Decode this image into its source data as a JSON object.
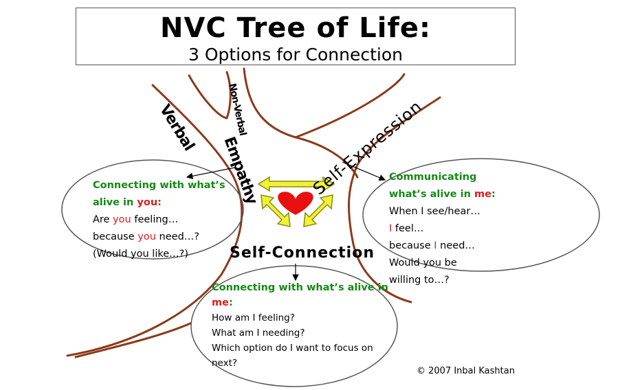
{
  "title": "NVC Tree of Life:",
  "subtitle": "3 Options for Connection",
  "branches": {
    "verbal": "Verbal",
    "non_verbal": "Non-Verbal",
    "empathy": "Empathy",
    "self_expression": "Self-Expression",
    "self_connection": "Self-Connection"
  },
  "left_bubble": {
    "heading_1": "Connecting with what’s",
    "heading_2a": "alive in ",
    "heading_2b": "you",
    "heading_2c": ":",
    "line1a": "Are ",
    "line1b": "you",
    "line1c": " feeling…",
    "line2a": "because ",
    "line2b": "you",
    "line2c": " need…?",
    "line3": "(Would you like…?)"
  },
  "right_bubble": {
    "heading_1": "Communicating",
    "heading_2a": "what’s alive in ",
    "heading_2b": "me",
    "heading_2c": ":",
    "line1": "When I see/hear…",
    "line2a": "I",
    "line2b": " feel…",
    "line3a": "because ",
    "line3b": "I",
    "line3c": " need…",
    "line4": "Would you be",
    "line5": "willing to…?"
  },
  "bottom_bubble": {
    "heading_1": "Connecting with what’s alive in",
    "heading_2a": "me",
    "heading_2b": ":",
    "line1": "How am I feeling?",
    "line2": "What am I needing?",
    "line3": "Which option do I want to focus on",
    "line4": "next?"
  },
  "credit": "© 2007 Inbal Kashtan",
  "colors": {
    "trunk": "#8b3a1a",
    "heading_green": "#148a14",
    "highlight_red": "#e01b1b",
    "heart": "#e8100f",
    "arrow_fill": "#f2f235",
    "arrow_stroke": "#8a8a10"
  }
}
